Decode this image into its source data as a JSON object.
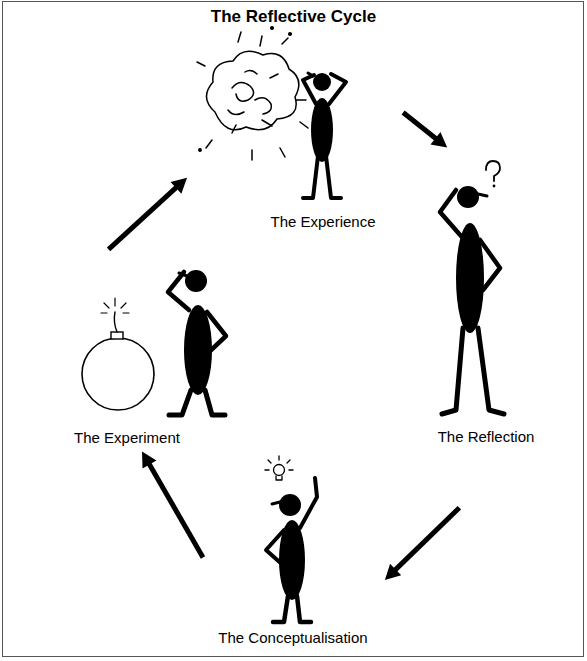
{
  "diagram": {
    "title": "The Reflective Cycle",
    "nodes": [
      {
        "text": [
          "The Experience"
        ]
      },
      {
        "text": [
          "The Reflection"
        ]
      },
      {
        "text": [
          "The Conceptualisation"
        ]
      },
      {
        "text": [
          "The Experiment"
        ]
      }
    ],
    "edges": [
      {
        "from": 0,
        "to": 1,
        "arrow": "to"
      },
      {
        "from": 1,
        "to": 2,
        "arrow": "to"
      },
      {
        "from": 2,
        "to": 3,
        "arrow": "to"
      },
      {
        "from": 3,
        "to": 0,
        "arrow": "to"
      }
    ]
  }
}
